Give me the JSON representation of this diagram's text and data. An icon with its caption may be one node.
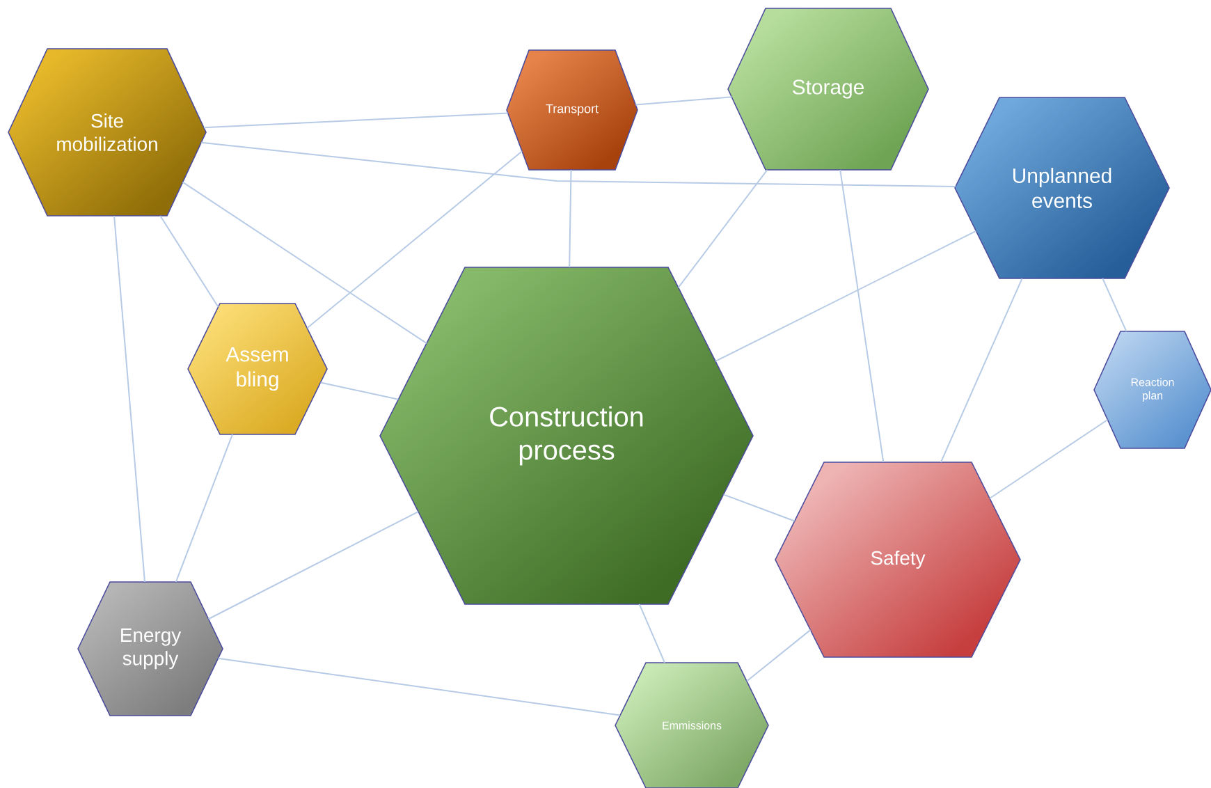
{
  "diagram": {
    "nodes": [
      {
        "text": [
          "Site mobilization"
        ]
      },
      {
        "text": [
          "Transport"
        ]
      },
      {
        "text": [
          "Storage"
        ]
      },
      {
        "text": [
          "Unplanned events"
        ]
      },
      {
        "text": [
          "Assem bling"
        ]
      },
      {
        "text": [
          "Construction process"
        ]
      },
      {
        "text": [
          "Reaction plan"
        ]
      },
      {
        "text": [
          "Safety"
        ]
      },
      {
        "text": [
          "Energy supply"
        ]
      },
      {
        "text": [
          "Emmissions"
        ]
      }
    ],
    "edges": [
      {
        "from": 0,
        "to": 1,
        "arrow": "none"
      },
      {
        "from": 1,
        "to": 2,
        "arrow": "none"
      },
      {
        "from": 0,
        "to": 3,
        "arrow": "none"
      },
      {
        "from": 0,
        "to": 5,
        "arrow": "none"
      },
      {
        "from": 0,
        "to": 4,
        "arrow": "none"
      },
      {
        "from": 0,
        "to": 8,
        "arrow": "none"
      },
      {
        "from": 1,
        "to": 4,
        "arrow": "none"
      },
      {
        "from": 1,
        "to": 5,
        "arrow": "none"
      },
      {
        "from": 2,
        "to": 5,
        "arrow": "none"
      },
      {
        "from": 2,
        "to": 7,
        "arrow": "none"
      },
      {
        "from": 3,
        "to": 5,
        "arrow": "none"
      },
      {
        "from": 3,
        "to": 6,
        "arrow": "none"
      },
      {
        "from": 3,
        "to": 7,
        "arrow": "none"
      },
      {
        "from": 6,
        "to": 7,
        "arrow": "none"
      },
      {
        "from": 4,
        "to": 5,
        "arrow": "none"
      },
      {
        "from": 4,
        "to": 8,
        "arrow": "none"
      },
      {
        "from": 8,
        "to": 5,
        "arrow": "none"
      },
      {
        "from": 8,
        "to": 9,
        "arrow": "none"
      },
      {
        "from": 5,
        "to": 7,
        "arrow": "none"
      },
      {
        "from": 5,
        "to": 9,
        "arrow": "none"
      },
      {
        "from": 7,
        "to": 9,
        "arrow": "none"
      }
    ]
  }
}
